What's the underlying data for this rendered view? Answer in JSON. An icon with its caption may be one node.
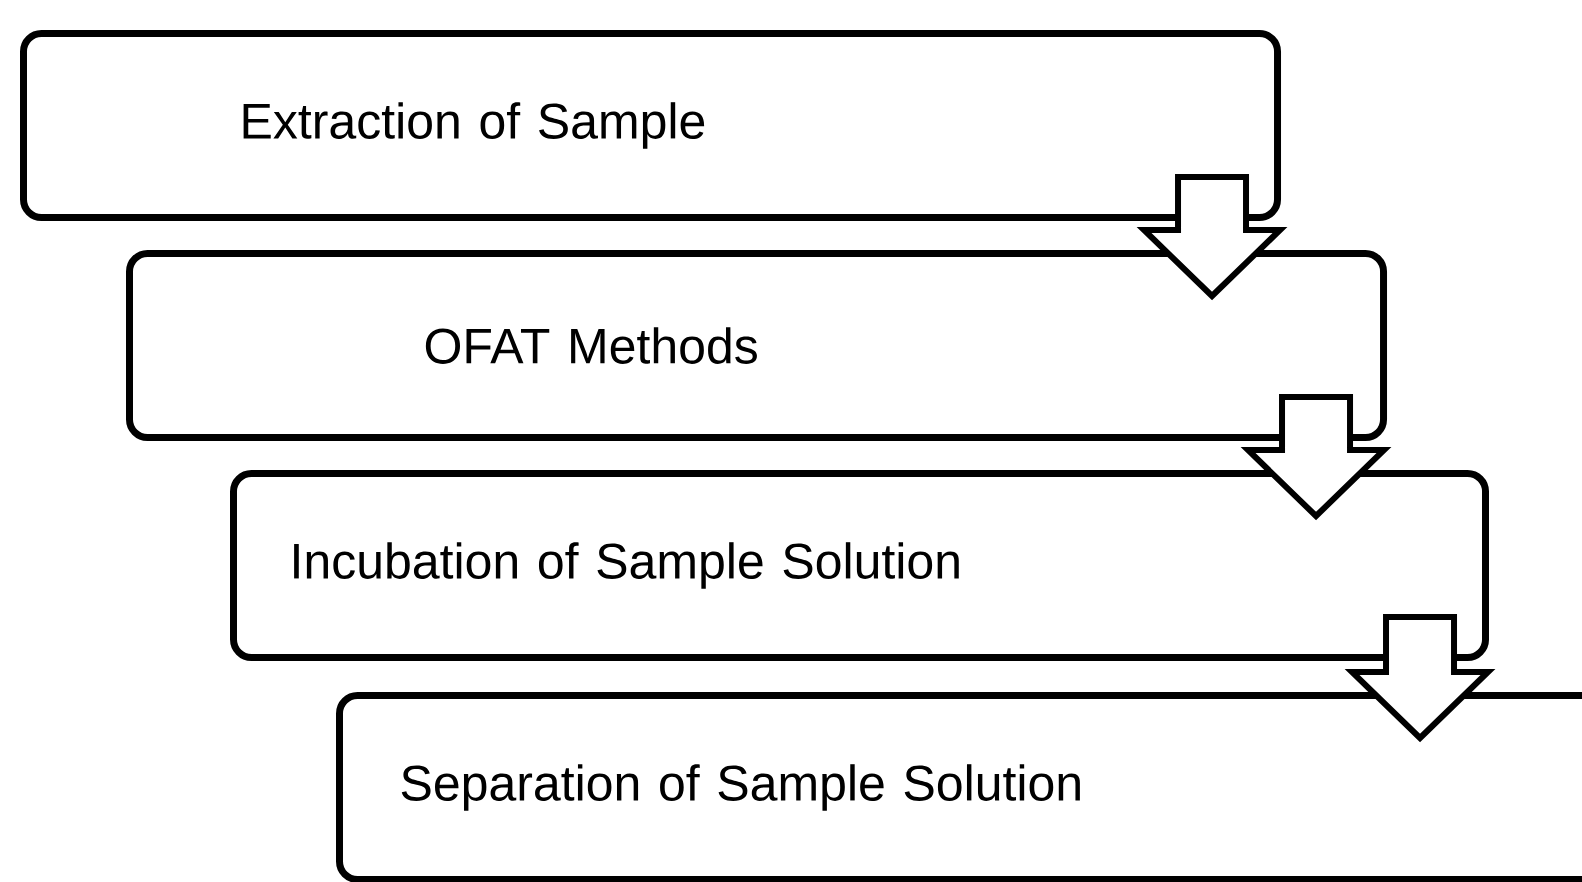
{
  "diagram": {
    "nodes": [
      {
        "text": [
          "Extraction of Sample"
        ]
      },
      {
        "text": [
          "OFAT Methods"
        ]
      },
      {
        "text": [
          "Incubation of  Sample Solution"
        ]
      },
      {
        "text": [
          "Separation of Sample Solution"
        ]
      }
    ],
    "edges": [
      {
        "from": 0,
        "to": 1,
        "arrow": "to"
      },
      {
        "from": 1,
        "to": 2,
        "arrow": "to"
      },
      {
        "from": 2,
        "to": 3,
        "arrow": "to"
      }
    ]
  }
}
